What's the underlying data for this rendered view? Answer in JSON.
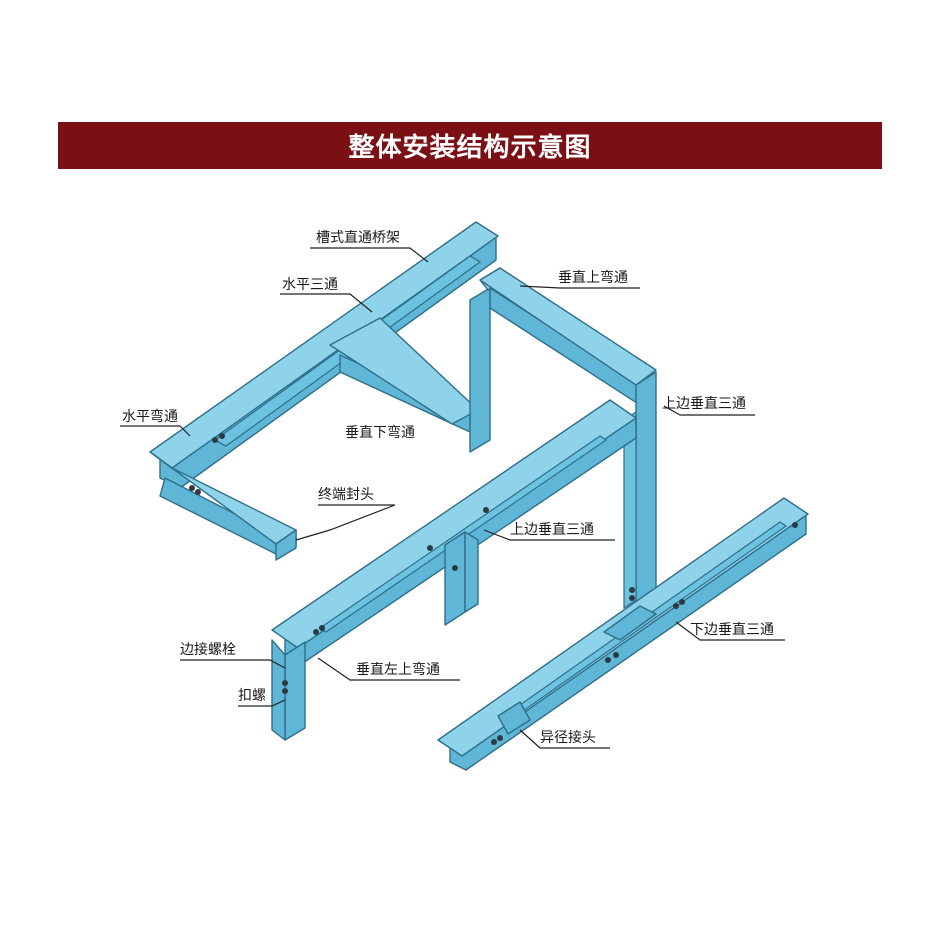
{
  "title": "整体安装结构示意图",
  "colors": {
    "banner": "#7a1016",
    "tray_top": "#8fd3ea",
    "tray_side": "#5fb6d6",
    "tray_outline": "#2f6f8a",
    "bolt": "#2b3b44"
  },
  "labels": {
    "straight_tray": "槽式直通桥架",
    "horizontal_tee": "水平三通",
    "vertical_up_elbow": "垂直上弯通",
    "horizontal_elbow": "水平弯通",
    "vertical_down_elbow": "垂直下弯通",
    "upper_vertical_tee_1": "上边垂直三通",
    "end_cap": "终端封头",
    "upper_vertical_tee_2": "上边垂直三通",
    "side_bolt": "边接螺栓",
    "vertical_left_up_elbow": "垂直左上弯通",
    "lower_vertical_tee": "下边垂直三通",
    "clip": "扣螺",
    "reducer": "异径接头"
  }
}
